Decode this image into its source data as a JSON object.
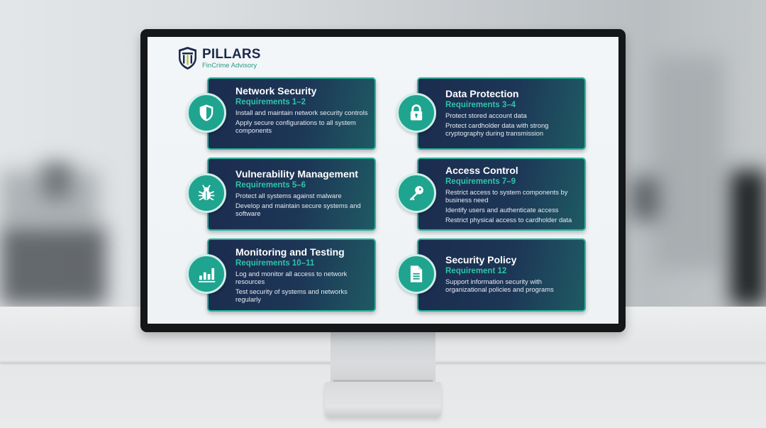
{
  "brand": {
    "name": "PILLARS",
    "tagline": "FinCrime Advisory",
    "colors": {
      "navy": "#1c2a4a",
      "teal": "#2ec4a8",
      "icon_bg": "#1fa48f"
    }
  },
  "cards": [
    {
      "title": "Network Security",
      "requirements": "Requirements 1–2",
      "icon": "shield-icon",
      "items": [
        "Install and maintain network security controls",
        "Apply secure configurations to all system components"
      ]
    },
    {
      "title": "Data Protection",
      "requirements": "Requirements 3–4",
      "icon": "lock-icon",
      "items": [
        "Protect stored account data",
        "Protect cardholder data with strong cryptography during transmission"
      ]
    },
    {
      "title": "Vulnerability Management",
      "requirements": "Requirements 5–6",
      "icon": "bug-icon",
      "items": [
        "Protect all systems against malware",
        "Develop and maintain secure systems and software"
      ]
    },
    {
      "title": "Access Control",
      "requirements": "Requirements 7–9",
      "icon": "key-icon",
      "items": [
        "Restrict access to system components by business need",
        "Identify users and authenticate access",
        "Restrict physical access to cardholder data"
      ]
    },
    {
      "title": "Monitoring and Testing",
      "requirements": "Requirements 10–11",
      "icon": "bar-chart-icon",
      "items": [
        "Log and monitor all access to network resources",
        "Test security of systems and networks regularly"
      ]
    },
    {
      "title": "Security Policy",
      "requirements": "Requirement 12",
      "icon": "document-icon",
      "items": [
        "Support information security with organizational policies and programs"
      ]
    }
  ]
}
